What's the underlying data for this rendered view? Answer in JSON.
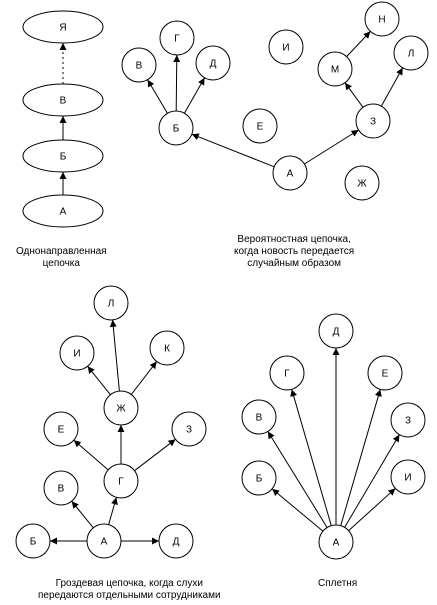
{
  "diagrams": [
    {
      "id": "single",
      "caption": [
        "Однонаправленная",
        "цепочка"
      ],
      "nodes": [
        {
          "id": "ya",
          "label": "Я"
        },
        {
          "id": "v",
          "label": "В"
        },
        {
          "id": "b",
          "label": "Б"
        },
        {
          "id": "a",
          "label": "А"
        }
      ],
      "edges": [
        {
          "from": "a",
          "to": "b"
        },
        {
          "from": "b",
          "to": "v"
        },
        {
          "from": "v",
          "to": "ya",
          "dotted": true
        }
      ]
    },
    {
      "id": "probability",
      "caption": [
        "Вероятностная цепочка,",
        "когда новость передается",
        "случайным образом"
      ],
      "nodes": [
        {
          "id": "a",
          "label": "А"
        },
        {
          "id": "b",
          "label": "Б"
        },
        {
          "id": "v",
          "label": "В"
        },
        {
          "id": "g",
          "label": "Г"
        },
        {
          "id": "d",
          "label": "Д"
        },
        {
          "id": "e",
          "label": "Е"
        },
        {
          "id": "zh",
          "label": "Ж"
        },
        {
          "id": "z",
          "label": "З"
        },
        {
          "id": "i",
          "label": "И"
        },
        {
          "id": "m",
          "label": "М"
        },
        {
          "id": "n",
          "label": "Н"
        },
        {
          "id": "l",
          "label": "Л"
        }
      ],
      "edges": [
        {
          "from": "a",
          "to": "b"
        },
        {
          "from": "a",
          "to": "z"
        },
        {
          "from": "b",
          "to": "v"
        },
        {
          "from": "b",
          "to": "g"
        },
        {
          "from": "b",
          "to": "d"
        },
        {
          "from": "z",
          "to": "m"
        },
        {
          "from": "z",
          "to": "l"
        },
        {
          "from": "m",
          "to": "n"
        }
      ]
    },
    {
      "id": "cluster",
      "caption": [
        "Гроздевая цепочка, когда слухи",
        "передаются отдельными сотрудниками"
      ],
      "nodes": [
        {
          "id": "a",
          "label": "А"
        },
        {
          "id": "b",
          "label": "Б"
        },
        {
          "id": "d",
          "label": "Д"
        },
        {
          "id": "v",
          "label": "В"
        },
        {
          "id": "g",
          "label": "Г"
        },
        {
          "id": "e",
          "label": "Е"
        },
        {
          "id": "z",
          "label": "З"
        },
        {
          "id": "zh",
          "label": "Ж"
        },
        {
          "id": "i",
          "label": "И"
        },
        {
          "id": "k",
          "label": "К"
        },
        {
          "id": "l",
          "label": "Л"
        }
      ],
      "edges": [
        {
          "from": "a",
          "to": "b"
        },
        {
          "from": "a",
          "to": "d"
        },
        {
          "from": "a",
          "to": "v"
        },
        {
          "from": "a",
          "to": "g"
        },
        {
          "from": "g",
          "to": "e"
        },
        {
          "from": "g",
          "to": "z"
        },
        {
          "from": "g",
          "to": "zh"
        },
        {
          "from": "zh",
          "to": "i"
        },
        {
          "from": "zh",
          "to": "k"
        },
        {
          "from": "zh",
          "to": "l"
        }
      ]
    },
    {
      "id": "gossip",
      "caption": [
        "Сплетня"
      ],
      "nodes": [
        {
          "id": "a",
          "label": "А"
        },
        {
          "id": "b",
          "label": "Б"
        },
        {
          "id": "v",
          "label": "В"
        },
        {
          "id": "g",
          "label": "Г"
        },
        {
          "id": "d",
          "label": "Д"
        },
        {
          "id": "e",
          "label": "Е"
        },
        {
          "id": "z",
          "label": "З"
        },
        {
          "id": "i",
          "label": "И"
        }
      ],
      "edges": [
        {
          "from": "a",
          "to": "b"
        },
        {
          "from": "a",
          "to": "v"
        },
        {
          "from": "a",
          "to": "g"
        },
        {
          "from": "a",
          "to": "d"
        },
        {
          "from": "a",
          "to": "e"
        },
        {
          "from": "a",
          "to": "z"
        },
        {
          "from": "a",
          "to": "i"
        }
      ]
    }
  ]
}
